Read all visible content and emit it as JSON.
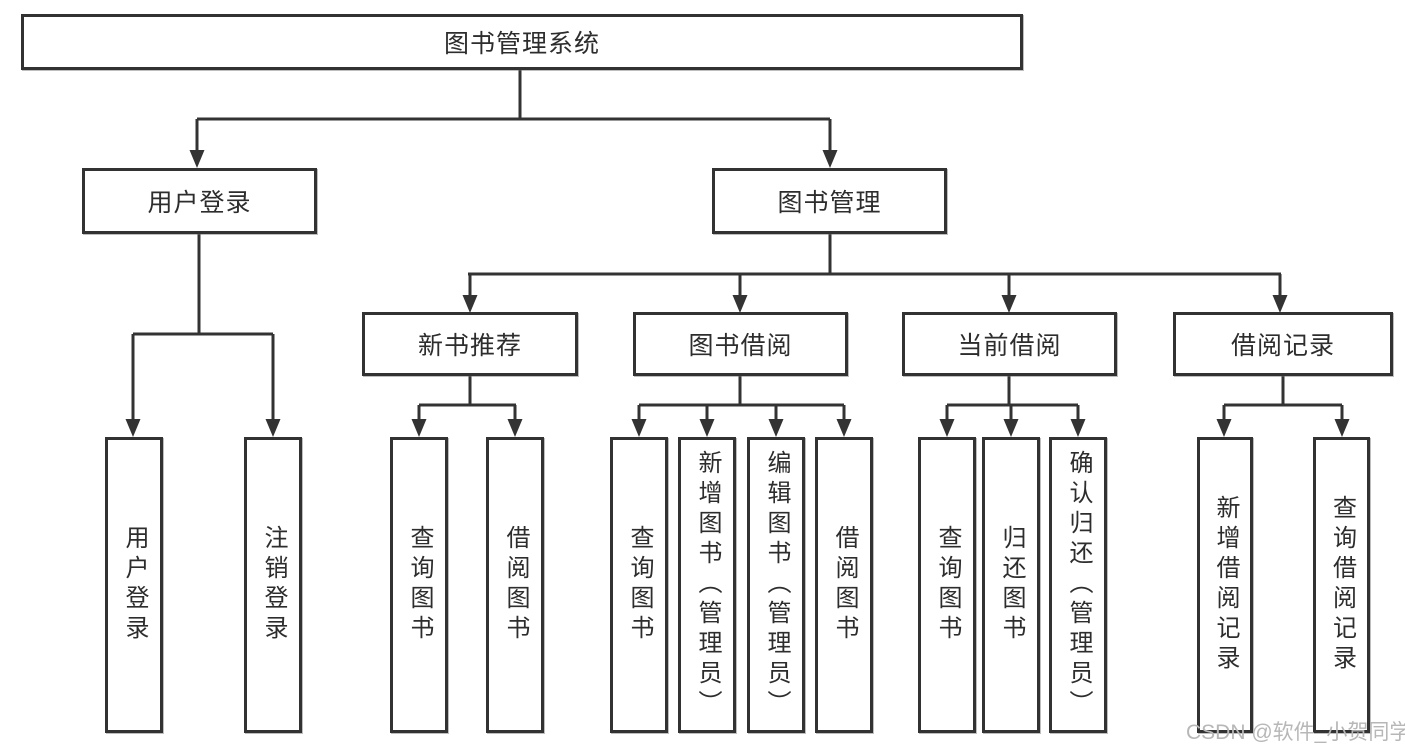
{
  "diagram": {
    "type": "tree",
    "root": "图书管理系统",
    "level2": [
      "用户登录",
      "图书管理"
    ],
    "level3": [
      "新书推荐",
      "图书借阅",
      "当前借阅",
      "借阅记录"
    ],
    "leaves_user": [
      "用户登录",
      "注销登录"
    ],
    "leaves_recommend": [
      "查询图书",
      "借阅图书"
    ],
    "leaves_borrow": [
      "查询图书",
      "新增图书（管理员）",
      "编辑图书（管理员）",
      "借阅图书"
    ],
    "leaves_current": [
      "查询图书",
      "归还图书",
      "确认归还（管理员）"
    ],
    "leaves_records": [
      "新增借阅记录",
      "查询借阅记录"
    ]
  },
  "watermark": "CSDN @软件_小贺同学",
  "colors": {
    "line": "#333333",
    "box_border": "#323232",
    "text": "#2d2d2d",
    "watermark": "#b7b7b7",
    "background": "#ffffff"
  }
}
